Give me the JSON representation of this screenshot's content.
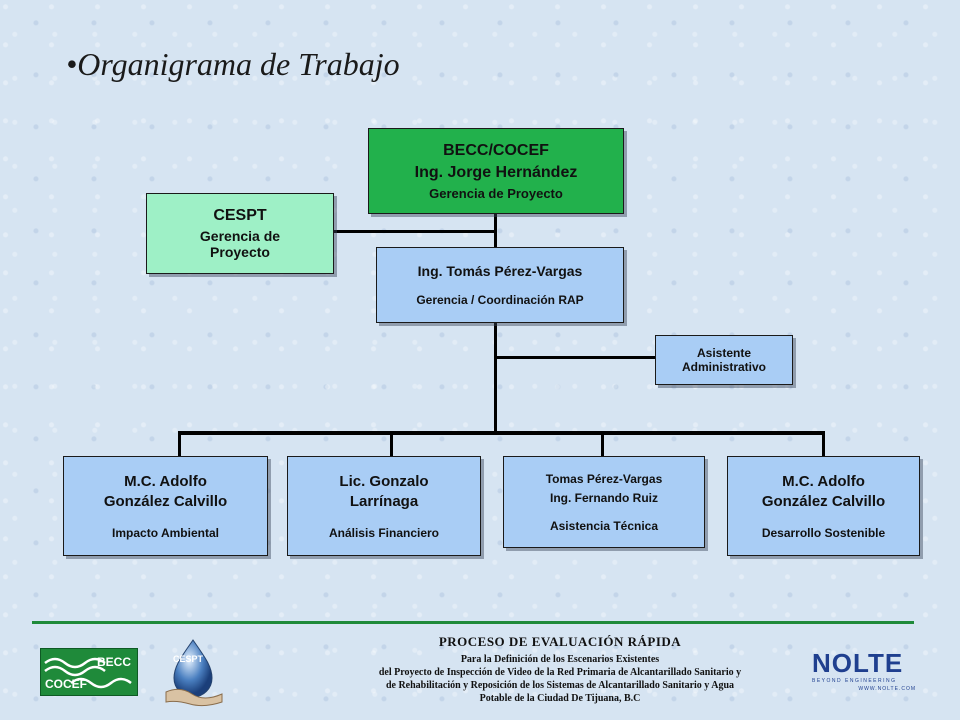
{
  "title": "•Organigrama de Trabajo",
  "boxes": {
    "becc": {
      "line1": "BECC/COCEF",
      "line2": "Ing. Jorge Hernández",
      "line3": "Gerencia de Proyecto"
    },
    "cespt": {
      "line1": "CESPT",
      "line2": "Gerencia de",
      "line3": "Proyecto"
    },
    "coord": {
      "line1": "Ing. Tomás Pérez-Vargas",
      "line2": "Gerencia / Coordinación RAP"
    },
    "asistente": {
      "line1": "Asistente",
      "line2": "Administrativo"
    },
    "adolfo1": {
      "line1": "M.C. Adolfo",
      "line2": "González Calvillo",
      "line3": "Impacto Ambiental"
    },
    "gonzalo": {
      "line1": "Lic. Gonzalo",
      "line2": "Larrínaga",
      "line3": "Análisis Financiero"
    },
    "tomas": {
      "line1": "Tomas Pérez-Vargas",
      "line2": "Ing. Fernando Ruiz",
      "line3": "Asistencia Técnica"
    },
    "adolfo2": {
      "line1": "M.C. Adolfo",
      "line2": "González Calvillo",
      "line3": "Desarrollo Sostenible"
    }
  },
  "footer": {
    "title": "PROCESO DE EVALUACIÓN RÁPIDA",
    "line1": "Para la Definición de los Escenarios Existentes",
    "line2": "del Proyecto de Inspección de Video de la Red Primaria de Alcantarillado Sanitario y",
    "line3": "de Rehabilitación y Reposición de los Sistemas de Alcantarillado Sanitario y Agua",
    "line4": "Potable de la Ciudad De Tijuana, B.C"
  },
  "logos": {
    "becc_top": "BECC",
    "becc_bottom": "COCEF",
    "cespt": "CESPT",
    "nolte": "NOLTE",
    "nolte_tag": "BEYOND ENGINEERING",
    "nolte_url": "WWW.NOLTE.COM"
  },
  "colors": {
    "green_dark": "#22b14c",
    "green_light": "#9ef0c6",
    "blue_box": "#a9cdf5",
    "footer_rule": "#1f8a3a",
    "nolte_blue": "#1f3f8f"
  }
}
